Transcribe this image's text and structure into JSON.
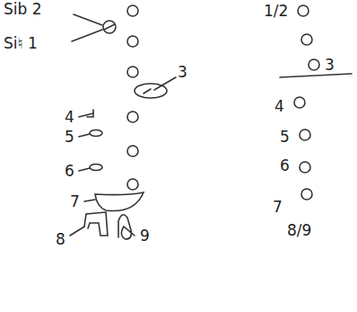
{
  "diagram": {
    "labels": [
      "Sib 2",
      "Si♮ 1",
      "3",
      "4",
      "5",
      "6",
      "7",
      "8",
      "9",
      "1/2",
      "3",
      "4",
      "5",
      "6",
      "7",
      "8/9"
    ]
  }
}
